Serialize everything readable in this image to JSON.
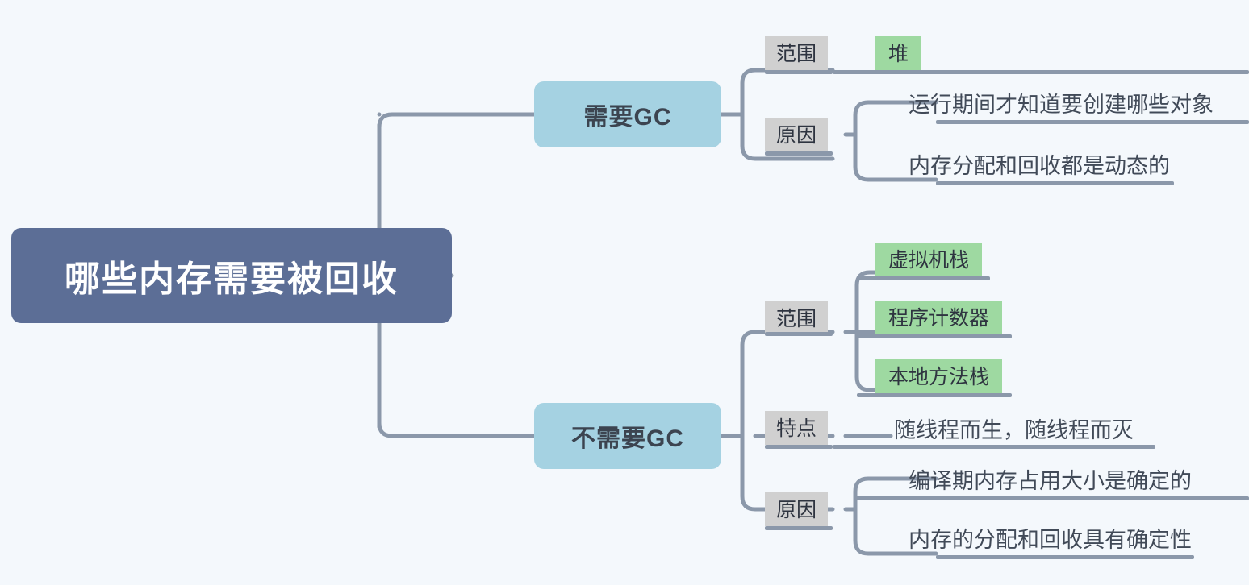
{
  "diagram": {
    "title": "哪些内存需要被回收",
    "type": "mind-map",
    "background_color": "#f4f8fc",
    "colors": {
      "root": "#5c6e96",
      "level2": "#a5d2e2",
      "category_chip": "#d0d0d0",
      "leaf_green": "#9ed9a1",
      "connector": "#8b98aa",
      "text_dark": "#3c4450"
    }
  },
  "root": {
    "label": "哪些内存需要被回收"
  },
  "branches": [
    {
      "label": "需要GC",
      "categories": [
        {
          "label": "范围",
          "items": [
            {
              "label": "堆",
              "style": "green"
            }
          ]
        },
        {
          "label": "原因",
          "items": [
            {
              "label": "运行期间才知道要创建哪些对象",
              "style": "text"
            },
            {
              "label": "内存分配和回收都是动态的",
              "style": "text"
            }
          ]
        }
      ]
    },
    {
      "label": "不需要GC",
      "categories": [
        {
          "label": "范围",
          "items": [
            {
              "label": "虚拟机栈",
              "style": "green"
            },
            {
              "label": "程序计数器",
              "style": "green"
            },
            {
              "label": "本地方法栈",
              "style": "green"
            }
          ]
        },
        {
          "label": "特点",
          "items": [
            {
              "label": "随线程而生，随线程而灭",
              "style": "text"
            }
          ]
        },
        {
          "label": "原因",
          "items": [
            {
              "label": "编译期内存占用大小是确定的",
              "style": "text"
            },
            {
              "label": "内存的分配和回收具有确定性",
              "style": "text"
            }
          ]
        }
      ]
    }
  ]
}
